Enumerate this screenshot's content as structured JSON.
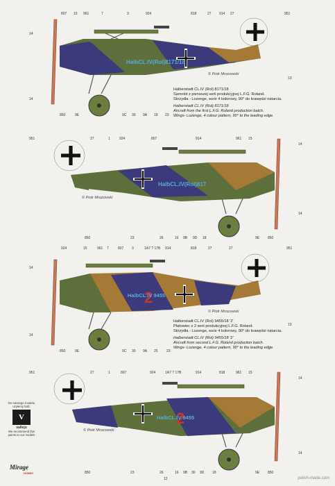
{
  "profiles": [
    {
      "serial": "HalbCL.IV(Rol)8171/18",
      "credit": "© Piotr Mrozowski",
      "callouts": [
        {
          "t": "14"
        },
        {
          "t": "807"
        },
        {
          "t": "15"
        },
        {
          "t": "961"
        },
        {
          "t": "7"
        },
        {
          "t": "3"
        },
        {
          "t": "924"
        },
        {
          "t": "818"
        },
        {
          "t": "27"
        },
        {
          "t": "914"
        },
        {
          "t": "27"
        },
        {
          "t": "951"
        },
        {
          "t": "14"
        },
        {
          "t": "13"
        },
        {
          "t": "850"
        },
        {
          "t": "9E"
        },
        {
          "t": "9C"
        },
        {
          "t": "30"
        },
        {
          "t": "9A"
        },
        {
          "t": "18"
        },
        {
          "t": "23"
        }
      ],
      "caption": {
        "pl_title": "Halberstadt CL.IV (Rol) 8171/18",
        "pl_1": "Samolot z pierwszej serii produkcyjnej L.F.G. Roland.",
        "pl_2": "Skrzydła - Lozenge, wzór 4 kolorowy, 90° do krawędzi natarcia.",
        "en_title": "Halberstadt CL.IV (Rol) 8171/18",
        "en_1": "Aircraft from the first L.F.G. Roland production batch.",
        "en_2": "Wings- Lozenge, 4 colour pattern, 90° to the leading edge."
      }
    },
    {
      "serial": "HalbCL.IV(Rol)817",
      "credit": "© Piotr Mrozowski",
      "callouts": [
        {
          "t": "951"
        },
        {
          "t": "27"
        },
        {
          "t": "1"
        },
        {
          "t": "924"
        },
        {
          "t": "807"
        },
        {
          "t": "914"
        },
        {
          "t": "961"
        },
        {
          "t": "15"
        },
        {
          "t": "14"
        },
        {
          "t": "14"
        },
        {
          "t": "850"
        },
        {
          "t": "23"
        },
        {
          "t": "26"
        },
        {
          "t": "16"
        },
        {
          "t": "9B"
        },
        {
          "t": "9D"
        },
        {
          "t": "18"
        },
        {
          "t": "9E"
        },
        {
          "t": "850"
        }
      ]
    },
    {
      "serial": "HalbCL.IV 9455",
      "marking": "2",
      "credit": "© Piotr Mrozowski",
      "callouts": [
        {
          "t": "924"
        },
        {
          "t": "15"
        },
        {
          "t": "961"
        },
        {
          "t": "7"
        },
        {
          "t": "807"
        },
        {
          "t": "3"
        },
        {
          "t": "1A7 ? 17B"
        },
        {
          "t": "914"
        },
        {
          "t": "818"
        },
        {
          "t": "27"
        },
        {
          "t": "27"
        },
        {
          "t": "951"
        },
        {
          "t": "14"
        },
        {
          "t": "14"
        },
        {
          "t": "13"
        },
        {
          "t": "850"
        },
        {
          "t": "9E"
        },
        {
          "t": "9C"
        },
        {
          "t": "30"
        },
        {
          "t": "9A"
        },
        {
          "t": "25"
        },
        {
          "t": "23"
        }
      ],
      "caption": {
        "pl_title": "Halberstadt CL.IV (Rol) 9455/18 '2'",
        "pl_1": "Płatowiec z 2 serii produkcyjnej L.F.G. Roland.",
        "pl_2": "Skrzydła - Lozenge, wzór 4 kolorowy, 90° do krawędzi natarcia.",
        "en_title": "Halberstadt CL.IV (Rol) 9455/18 '2'",
        "en_1": "Aircraft from second L.F.G. Roland production batch.",
        "en_2": "Wings- Lozenge, 4 colour pattern, 90° to the leading edge."
      }
    },
    {
      "serial": "HalbCL.IV 9455",
      "marking": "2",
      "credit": "© Piotr Mrozowski",
      "callouts": [
        {
          "t": "951"
        },
        {
          "t": "27"
        },
        {
          "t": "1"
        },
        {
          "t": "807"
        },
        {
          "t": "924"
        },
        {
          "t": "1A7 ? 17B"
        },
        {
          "t": "914"
        },
        {
          "t": "818"
        },
        {
          "t": "961"
        },
        {
          "t": "15"
        },
        {
          "t": "14"
        },
        {
          "t": "14"
        },
        {
          "t": "850"
        },
        {
          "t": "23"
        },
        {
          "t": "26"
        },
        {
          "t": "16"
        },
        {
          "t": "9B"
        },
        {
          "t": "30"
        },
        {
          "t": "9D"
        },
        {
          "t": "18"
        },
        {
          "t": "9E"
        },
        {
          "t": "850"
        }
      ]
    }
  ],
  "vallejo": {
    "pl": "Do naszego modelu użyłemy farb:",
    "brand": "vallejo",
    "en": "We recommend this paints to our models"
  },
  "footer": {
    "brand": "Mirage",
    "brand_sub": "HOBBY",
    "page": "12",
    "site": "polish-made.com"
  },
  "colors": {
    "fuselage_purple": "#3b3a7a",
    "fuselage_green": "#5d6f3a",
    "fuselage_tan": "#a57a36",
    "lozenge_green": "#6b7d3f",
    "propeller": "#c8785a",
    "serial_blue": "#5fa9d8",
    "marking_red": "#c23a2e"
  }
}
